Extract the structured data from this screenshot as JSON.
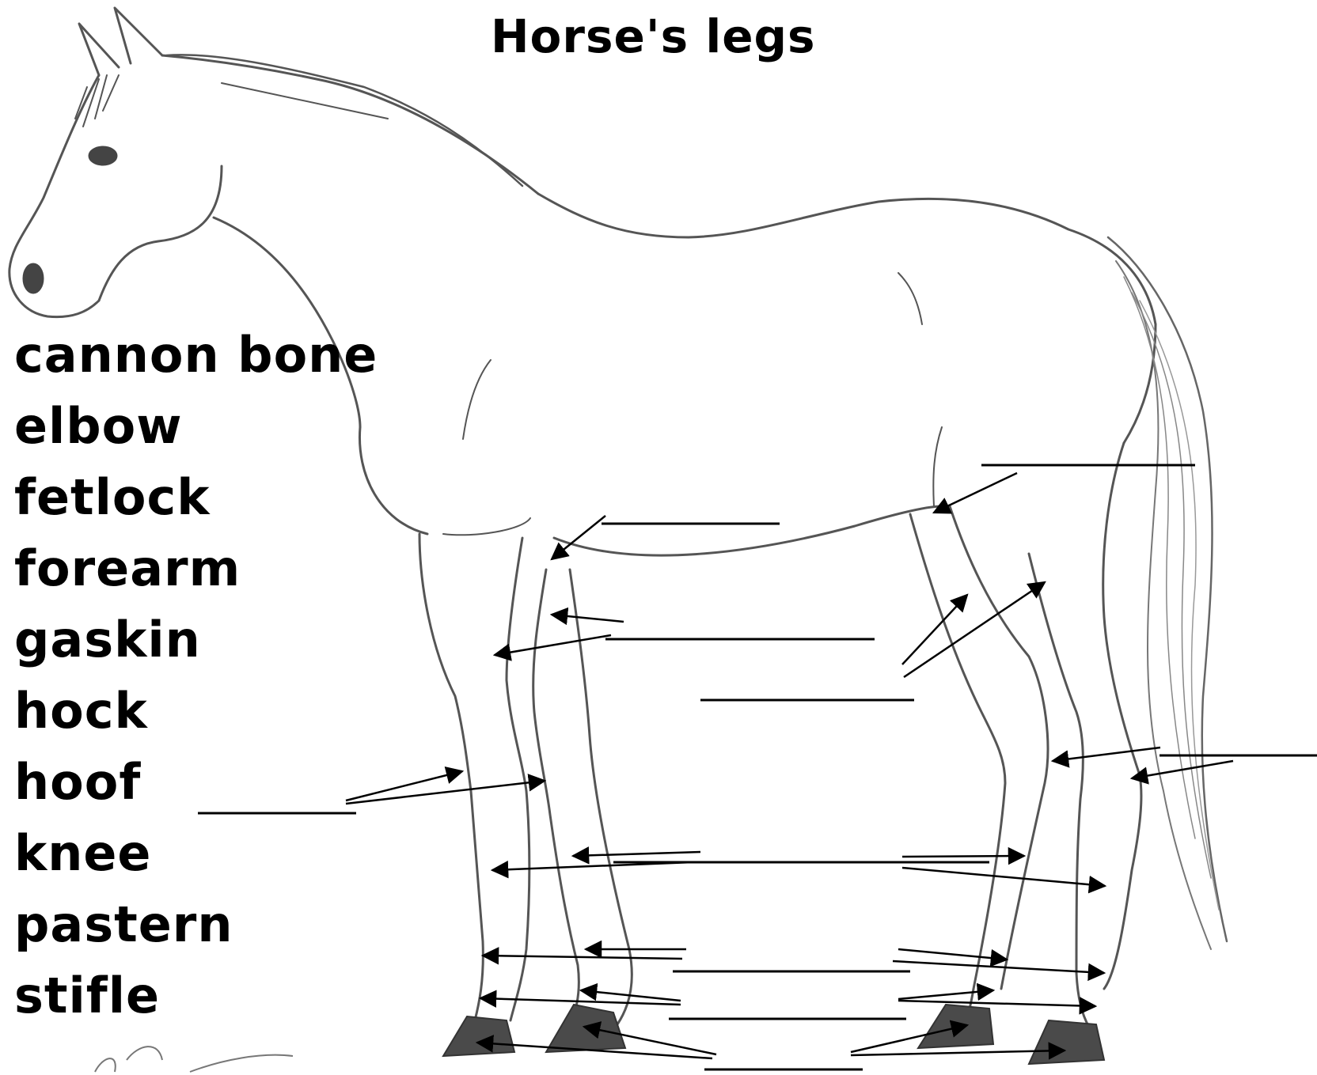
{
  "title": "Horse's legs",
  "word_bank": [
    "cannon bone",
    "elbow",
    "fetlock",
    "forearm",
    "gaskin",
    "hock",
    "hoof",
    "knee",
    "pastern",
    "stifle"
  ],
  "colors": {
    "outline": "#555555",
    "ink": "#000000",
    "hoof_fill": "#4a4a4a",
    "background": "#ffffff"
  }
}
